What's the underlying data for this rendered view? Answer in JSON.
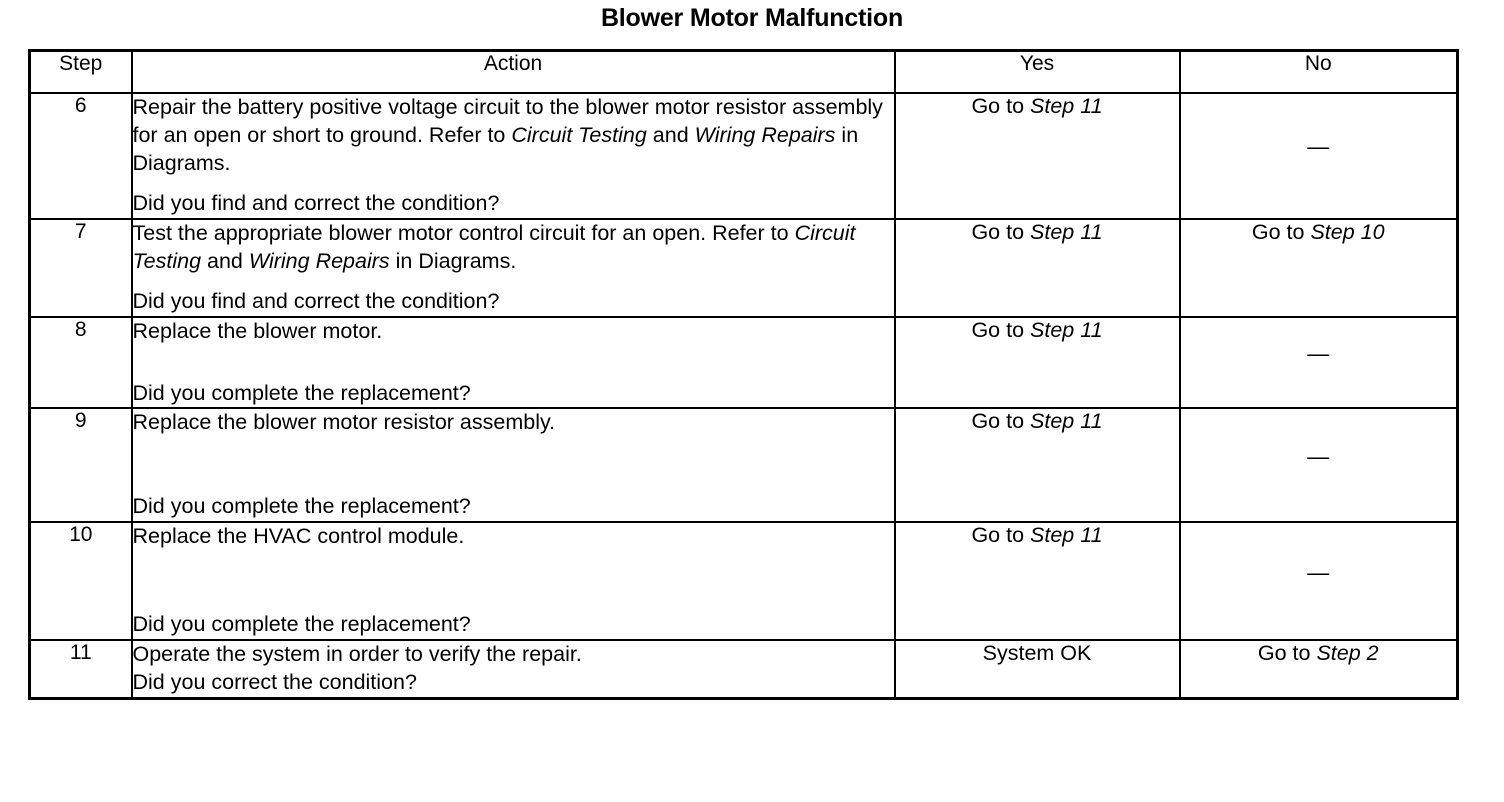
{
  "document": {
    "title": "Blower Motor Malfunction"
  },
  "table": {
    "columns": [
      "Step",
      "Action",
      "Yes",
      "No"
    ],
    "rows": [
      {
        "step": "6",
        "action_lines": [
          {
            "segments": [
              {
                "text": "Repair the battery positive voltage circuit to the blower motor resistor assembly for an open or short to ground. Refer to ",
                "italic": false
              },
              {
                "text": "Circuit Testing",
                "italic": true
              },
              {
                "text": " and ",
                "italic": false
              },
              {
                "text": "Wiring Repairs",
                "italic": true
              },
              {
                "text": " in Diagrams.",
                "italic": false
              }
            ]
          }
        ],
        "question": "Did you find and correct the condition?",
        "gap": "small",
        "yes": {
          "prefix": "Go to ",
          "emphasis": "Step 11"
        },
        "no": {
          "dash": "—"
        }
      },
      {
        "step": "7",
        "action_lines": [
          {
            "segments": [
              {
                "text": "Test the appropriate blower motor control circuit for an open. Refer to ",
                "italic": false
              },
              {
                "text": "Circuit Testing",
                "italic": true
              },
              {
                "text": " and ",
                "italic": false
              },
              {
                "text": "Wiring Repairs",
                "italic": true
              },
              {
                "text": " in Diagrams.",
                "italic": false
              }
            ]
          }
        ],
        "question": "Did you find and correct the condition?",
        "gap": "small",
        "yes": {
          "prefix": "Go to ",
          "emphasis": "Step 11"
        },
        "no": {
          "prefix": "Go to ",
          "emphasis": "Step 10"
        }
      },
      {
        "step": "8",
        "action_lines": [
          {
            "segments": [
              {
                "text": "Replace the blower motor.",
                "italic": false
              }
            ]
          }
        ],
        "question": "Did you complete the replacement?",
        "gap": "medium",
        "yes": {
          "prefix": "Go to ",
          "emphasis": "Step 11"
        },
        "no": {
          "dash": "—"
        }
      },
      {
        "step": "9",
        "action_lines": [
          {
            "segments": [
              {
                "text": "Replace the blower motor resistor assembly.",
                "italic": false
              }
            ]
          }
        ],
        "question": "Did you complete the replacement?",
        "gap": "large",
        "yes": {
          "prefix": "Go to ",
          "emphasis": "Step 11"
        },
        "no": {
          "dash": "—"
        }
      },
      {
        "step": "10",
        "action_lines": [
          {
            "segments": [
              {
                "text": "Replace the HVAC control module.",
                "italic": false
              }
            ]
          }
        ],
        "question": "Did you complete the replacement?",
        "gap": "xlarge",
        "yes": {
          "prefix": "Go to ",
          "emphasis": "Step 11"
        },
        "no": {
          "dash": "—"
        }
      },
      {
        "step": "11",
        "action_lines": [
          {
            "segments": [
              {
                "text": "Operate the system in order to verify the repair.",
                "italic": false
              }
            ]
          }
        ],
        "question": "Did you correct the condition?",
        "gap": "none",
        "yes": {
          "plain": "System OK"
        },
        "no": {
          "prefix": "Go to ",
          "emphasis": "Step 2"
        }
      }
    ]
  }
}
